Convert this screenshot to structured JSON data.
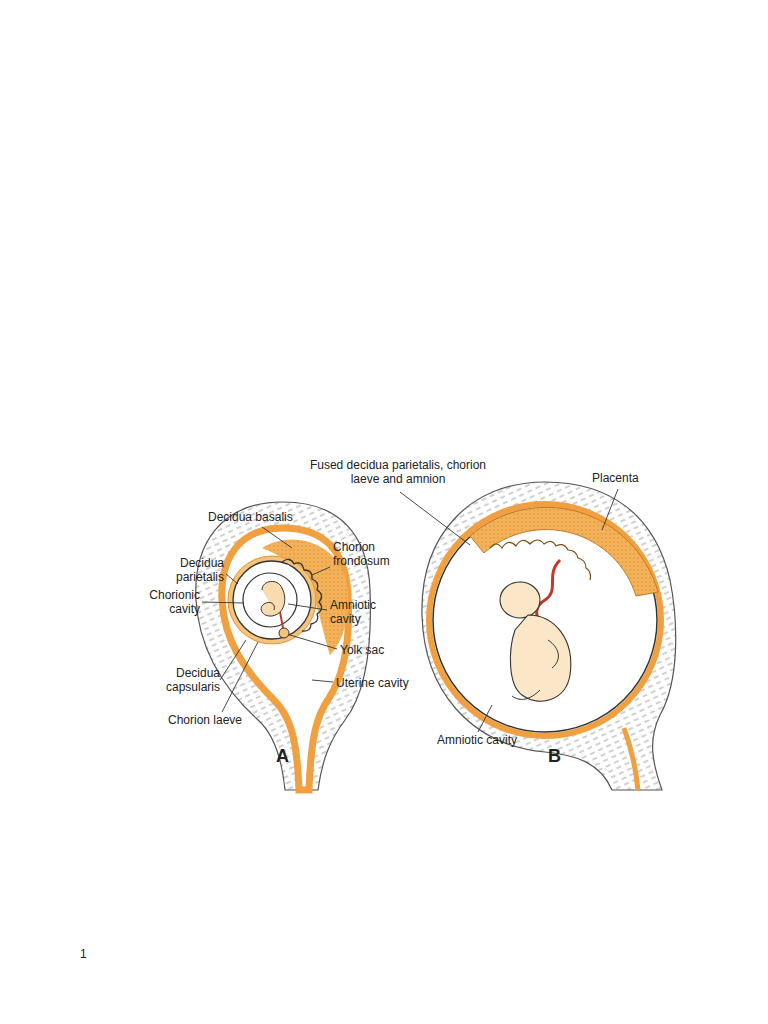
{
  "diagram": {
    "labels": [
      "Fused decidua parietalis, chorion laeve and amnion",
      "Placenta",
      "Decidua basalis",
      "Chorion frondosum",
      "Decidua parietalis",
      "Chorionic cavity",
      "Amniotic cavity",
      "Yolk sac",
      "Decidua capsularis",
      "Uterine cavity",
      "Chorion laeve",
      "A",
      "Amniotic cavity",
      "B",
      "1"
    ]
  }
}
